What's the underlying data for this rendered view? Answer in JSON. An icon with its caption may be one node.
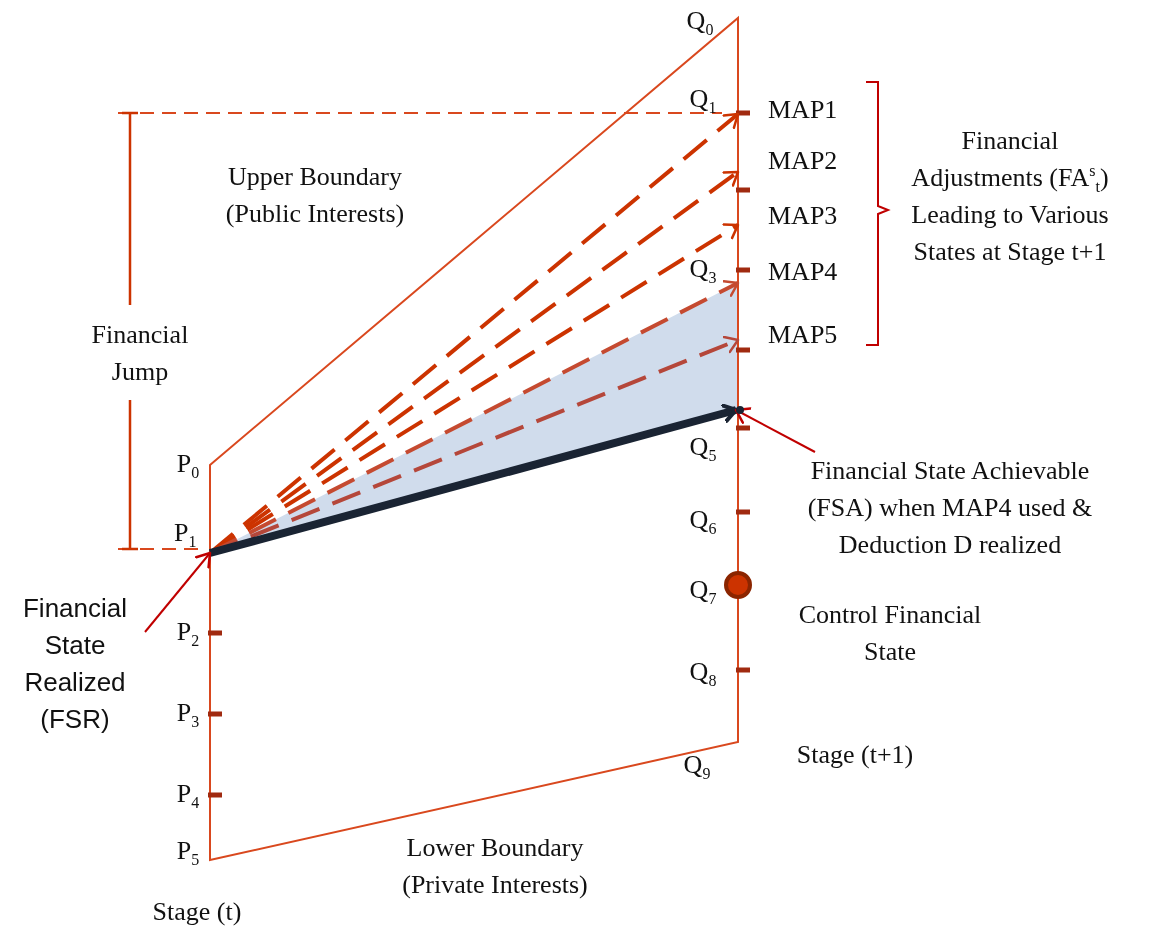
{
  "diagram": {
    "nodes": [
      {
        "text": [
          "P$_{1}$"
        ]
      },
      {
        "text": [
          "MAP1"
        ]
      },
      {
        "text": [
          "MAP2"
        ]
      },
      {
        "text": [
          "MAP3"
        ]
      },
      {
        "text": [
          "MAP4"
        ]
      },
      {
        "text": [
          "MAP5"
        ]
      },
      {
        "text": [],
        "shape": "point"
      },
      {
        "text": [
          "Financial State Achievable (FSA) when MAP4 used & Deduction D realized"
        ]
      },
      {
        "text": [
          "Financial State Realized (FSR)"
        ]
      },
      {
        "text": [],
        "shape": "circle",
        "beside": [
          "Control Financial State"
        ]
      }
    ],
    "edges": [
      {
        "from": 0,
        "to": 1,
        "arrow": "to",
        "style": "dashed"
      },
      {
        "from": 0,
        "to": 2,
        "arrow": "to",
        "style": "dashed"
      },
      {
        "from": 0,
        "to": 3,
        "arrow": "to",
        "style": "dashed"
      },
      {
        "from": 0,
        "to": 4,
        "arrow": "to",
        "style": "dashed",
        "color": "#c54a30"
      },
      {
        "from": 0,
        "to": 5,
        "arrow": "to",
        "style": "dashed",
        "color": "#b5473a"
      },
      {
        "from": 0,
        "to": 6,
        "arrow": "to",
        "style": "thick",
        "color": "#1a2433"
      },
      {
        "from": 7,
        "to": 6,
        "arrow": "to",
        "color": "#c00000"
      },
      {
        "from": 8,
        "to": 0,
        "arrow": "to",
        "color": "#c00000"
      }
    ],
    "labels": [
      "Q$_{0}$",
      "Q$_{1}$",
      "Upper Boundary (Public Interests)",
      "Financial Adjustments (FA$^{s}$$_{t}$) Leading to Various States at Stage t+1",
      "Q$_{3}$",
      "Financial Jump",
      "P$_{0}$",
      "Q$_{5}$",
      "Q$_{6}$",
      "Q$_{7}$",
      "P$_{2}$",
      "Q$_{8}$",
      "P$_{3}$",
      "Q$_{9}$",
      "Stage (t+1)",
      "P$_{4}$",
      "P$_{5}$",
      "Lower Boundary (Private Interests)",
      "Stage (t)"
    ]
  }
}
